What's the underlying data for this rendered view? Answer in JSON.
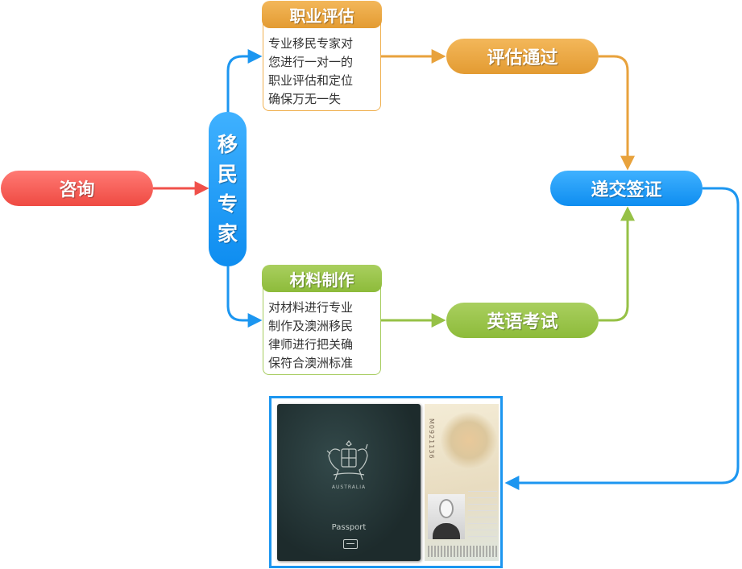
{
  "colors": {
    "red": "#f0504a",
    "orange": "#e8a23c",
    "green": "#96c146",
    "blue": "#1c96f0"
  },
  "nodes": {
    "consult": "咨询",
    "expert_chars": [
      "移",
      "民",
      "专",
      "家"
    ],
    "assessment": {
      "title": "职业评估",
      "lines": [
        "专业移民专家对",
        "您进行一对一的",
        "职业评估和定位",
        "确保万无一失"
      ]
    },
    "materials": {
      "title": "材料制作",
      "lines": [
        "对材料进行专业",
        "制作及澳洲移民",
        "律师进行把关确",
        "保符合澳洲标准"
      ]
    },
    "assessment_passed": "评估通过",
    "english_test": "英语考试",
    "submit_visa": "递交签证"
  },
  "passport": {
    "country": "AUSTRALIA",
    "word": "Passport",
    "serial": "M0921136"
  }
}
